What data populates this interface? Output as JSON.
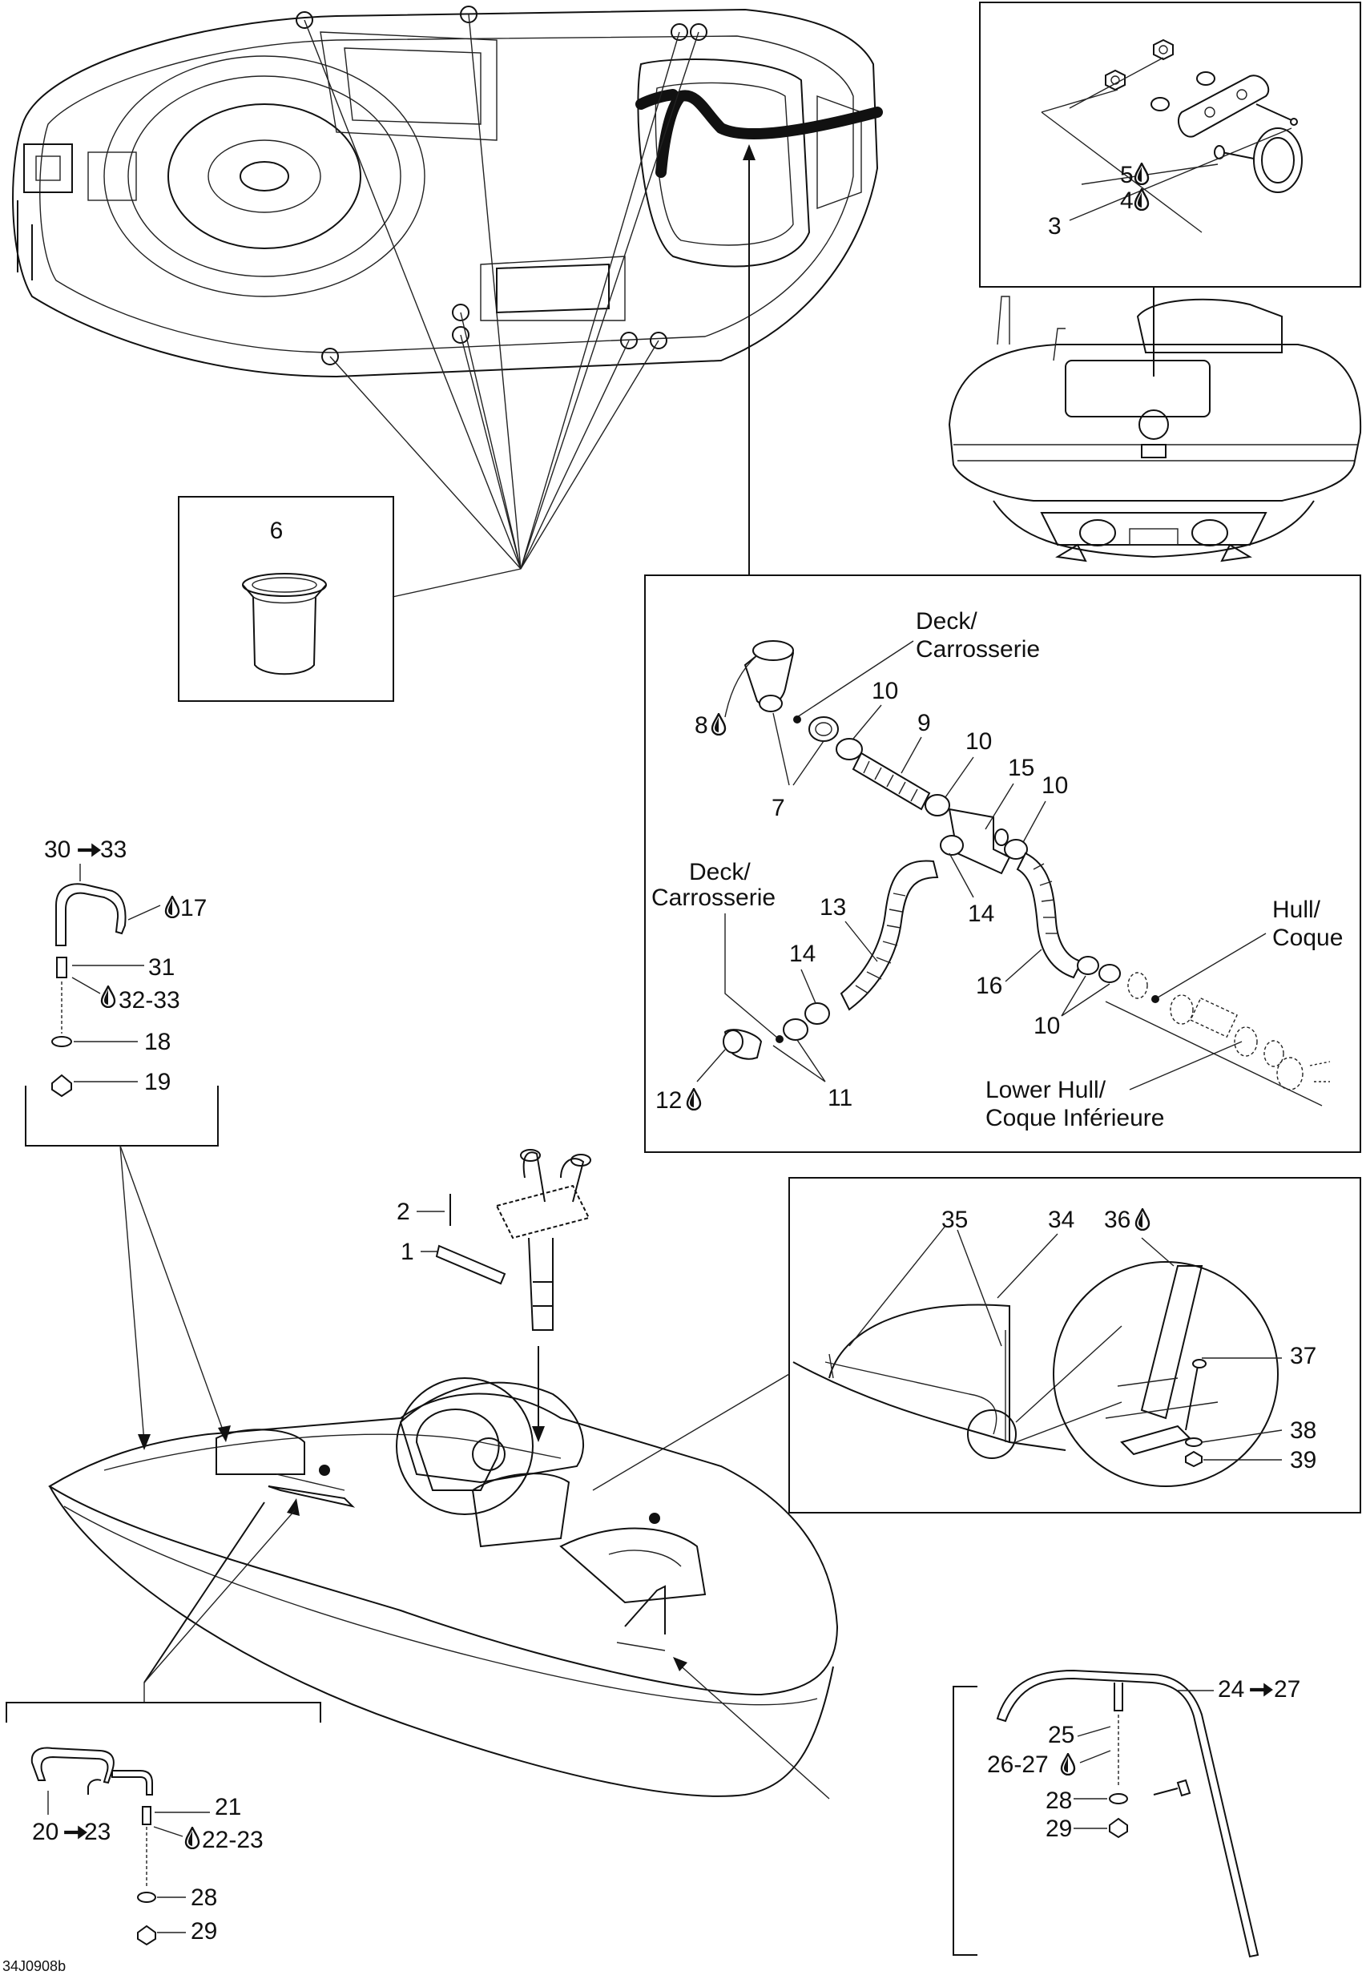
{
  "figure_id": "34J0908b",
  "callouts": {
    "c1": "1",
    "c2": "2",
    "c3": "3",
    "c4": "4",
    "c5": "5",
    "c6": "6",
    "c7": "7",
    "c8": "8",
    "c9": "9",
    "c10a": "10",
    "c10b": "10",
    "c10c": "10",
    "c10d": "10",
    "c11": "11",
    "c12": "12",
    "c13": "13",
    "c14a": "14",
    "c14b": "14",
    "c15": "15",
    "c16": "16",
    "c17": "17",
    "c18": "18",
    "c19": "19",
    "c20": "20",
    "c23a": "23",
    "c21": "21",
    "c22_23": "22-23",
    "c24": "24",
    "c27a": "27",
    "c25": "25",
    "c26_27": "26-27",
    "c28a": "28",
    "c29a": "29",
    "c28b": "28",
    "c29b": "29",
    "c30": "30",
    "c33a": "33",
    "c31": "31",
    "c32_33": "32-33",
    "c34": "34",
    "c35": "35",
    "c36": "36",
    "c37": "37",
    "c38": "38",
    "c39": "39"
  },
  "text_labels": {
    "deck_upper_1": "Deck/",
    "deck_upper_2": "Carrosserie",
    "deck_lower_1": "Deck/",
    "deck_lower_2": "Carrosserie",
    "hull_1": "Hull/",
    "hull_2": "Coque",
    "lower_hull_1": "Lower Hull/",
    "lower_hull_2": "Coque Inférieure"
  },
  "symbols": {
    "arrow": "arrow-right-icon",
    "drop": "sealant-drop-icon"
  },
  "colors": {
    "line": "#111111",
    "background": "#ffffff"
  }
}
